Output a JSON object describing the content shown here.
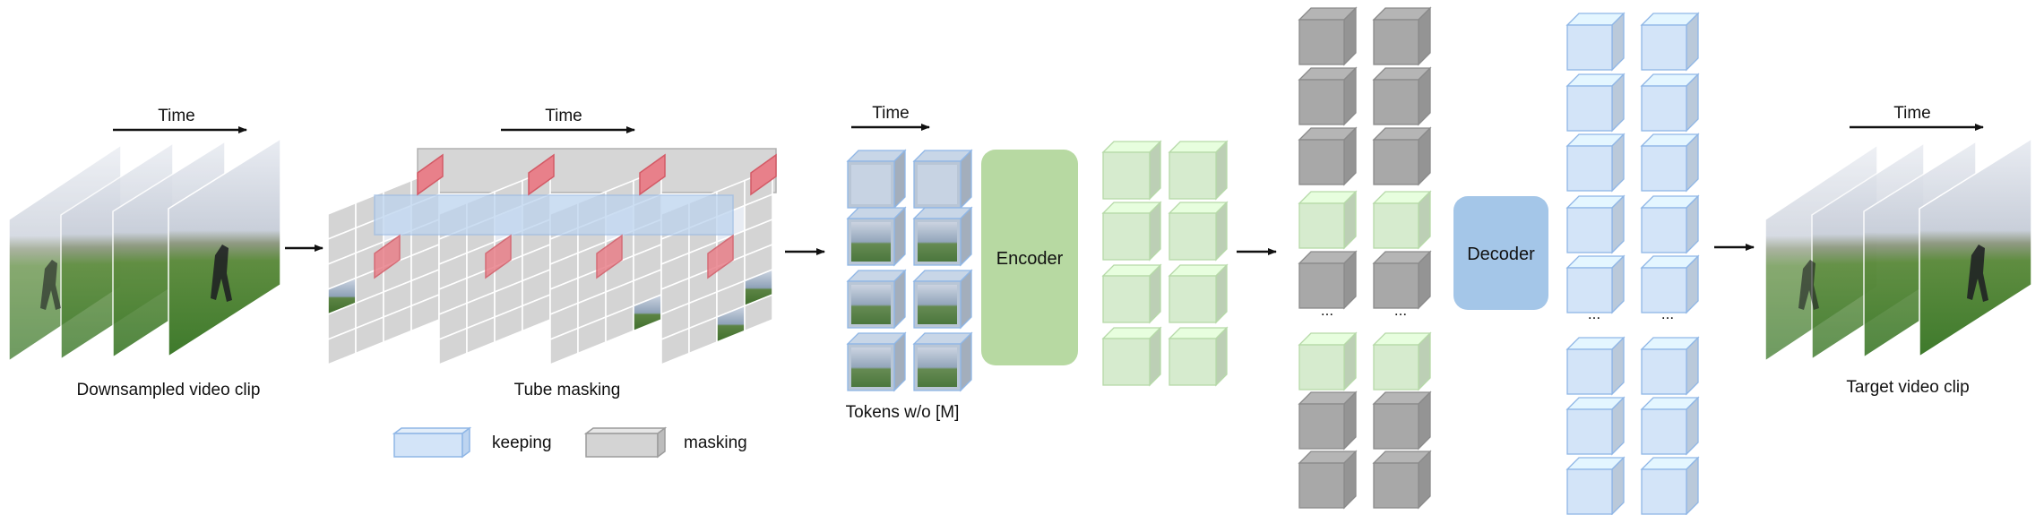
{
  "labels": {
    "time": "Time",
    "downsampled_clip": "Downsampled video clip",
    "tube_masking": "Tube masking",
    "tokens": "Tokens w/o [M]",
    "encoder": "Encoder",
    "decoder": "Decoder",
    "target_clip": "Target video clip",
    "keeping": "keeping",
    "masking": "masking",
    "ellipsis": "..."
  },
  "colors": {
    "keep_fill": "#d3e4f8",
    "keep_stroke": "#8fb6e6",
    "mask_fill": "#d4d4d4",
    "mask_stroke": "#9c9c9c",
    "gray_cube": "#a8a8a8",
    "red_patch": "#e8808a",
    "encoder_fill": "#b7d9a2",
    "decoder_fill": "#a4c6e8",
    "encoded_token": "#d6ebce",
    "grass": "#4f8a38",
    "sky": "#d8dde7",
    "arrow": "#111111"
  },
  "icons": {
    "frames": "video-frame-icon",
    "cube": "token-cube-icon",
    "arrow": "flow-arrow-icon"
  }
}
